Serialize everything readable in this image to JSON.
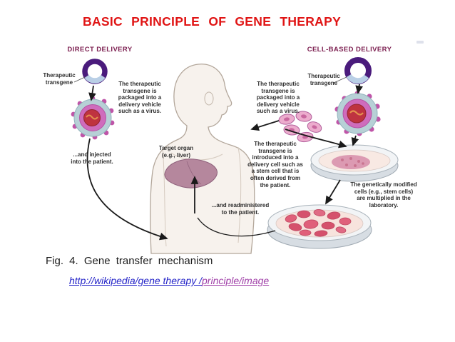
{
  "title": "BASIC PRINCIPLE OF GENE THERAPY",
  "diagram": {
    "direct_heading": "DIRECT DELIVERY",
    "cell_heading": "CELL-BASED DELIVERY",
    "left_transgene": "Therapeutic\ntransgene",
    "right_transgene": "Therapeutic\ntransgene",
    "left_packaged": "The therapeutic\ntransgene is\npackaged into a\ndelivery vehicle\nsuch as a virus.",
    "right_packaged": "The therapeutic\ntransgene is\npackaged into a\ndelivery vehicle\nsuch as a virus.",
    "injected": "...and injected\ninto the patient.",
    "target_organ": "Target organ\n(e.g., liver)",
    "introduced": "The therapeutic\ntransgene is\nintroduced into a\ndelivery cell such as\na stem cell that is\noften derived from\nthe patient.",
    "readministered": "...and readministered\nto the patient.",
    "multiplied": "The genetically modified\ncells (e.g., stem cells)\nare multiplied in the\nlaboratory."
  },
  "caption": "Fig. 4. Gene transfer mechanism",
  "link": {
    "part1": "http://wikipedia/gene therapy /",
    "part2": "principle/image"
  },
  "colors": {
    "title_red": "#e01414",
    "heading_purple": "#7d2152",
    "link_blue": "#2424c8",
    "link_purple": "#a040a8",
    "plasmid_purple": "#4a1b7c",
    "virus_magenta": "#cf6cbc",
    "cell_pink": "#ecaccd"
  }
}
